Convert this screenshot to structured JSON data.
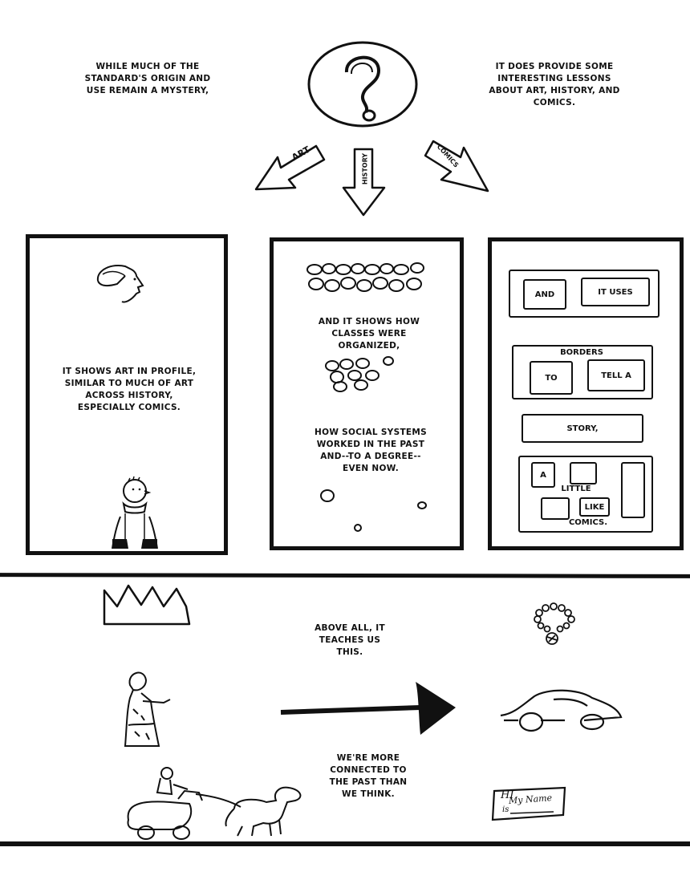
{
  "top": {
    "caption_left": "While much of the standard's origin and use remain a mystery,",
    "caption_right": "It does provide some interesting lessons about art, history, and comics.",
    "question_mark": "?",
    "arrow_art": "ART",
    "arrow_history": "HISTORY",
    "arrow_comics": "COMICS"
  },
  "panels": {
    "art": {
      "caption": "It shows art in profile, similar to much of art across history, especially comics."
    },
    "history": {
      "caption_1": "And it shows how classes were organized,",
      "caption_2": "How social systems worked in the past and--to a degree--even now."
    },
    "comics": {
      "and": "AND",
      "it_uses": "IT USES",
      "borders": "BORDERS",
      "to": "TO",
      "tell_a": "TELL A",
      "story": "STORY,",
      "a": "A",
      "little": "LITTLE",
      "like": "LIKE",
      "comics": "COMICS."
    }
  },
  "bottom": {
    "caption_top": "Above all, it teaches us this.",
    "caption_bottom": "We're more connected to the past than we think.",
    "name_tag_hi": "HI",
    "name_tag_my_name": "My Name",
    "name_tag_is": "is"
  }
}
